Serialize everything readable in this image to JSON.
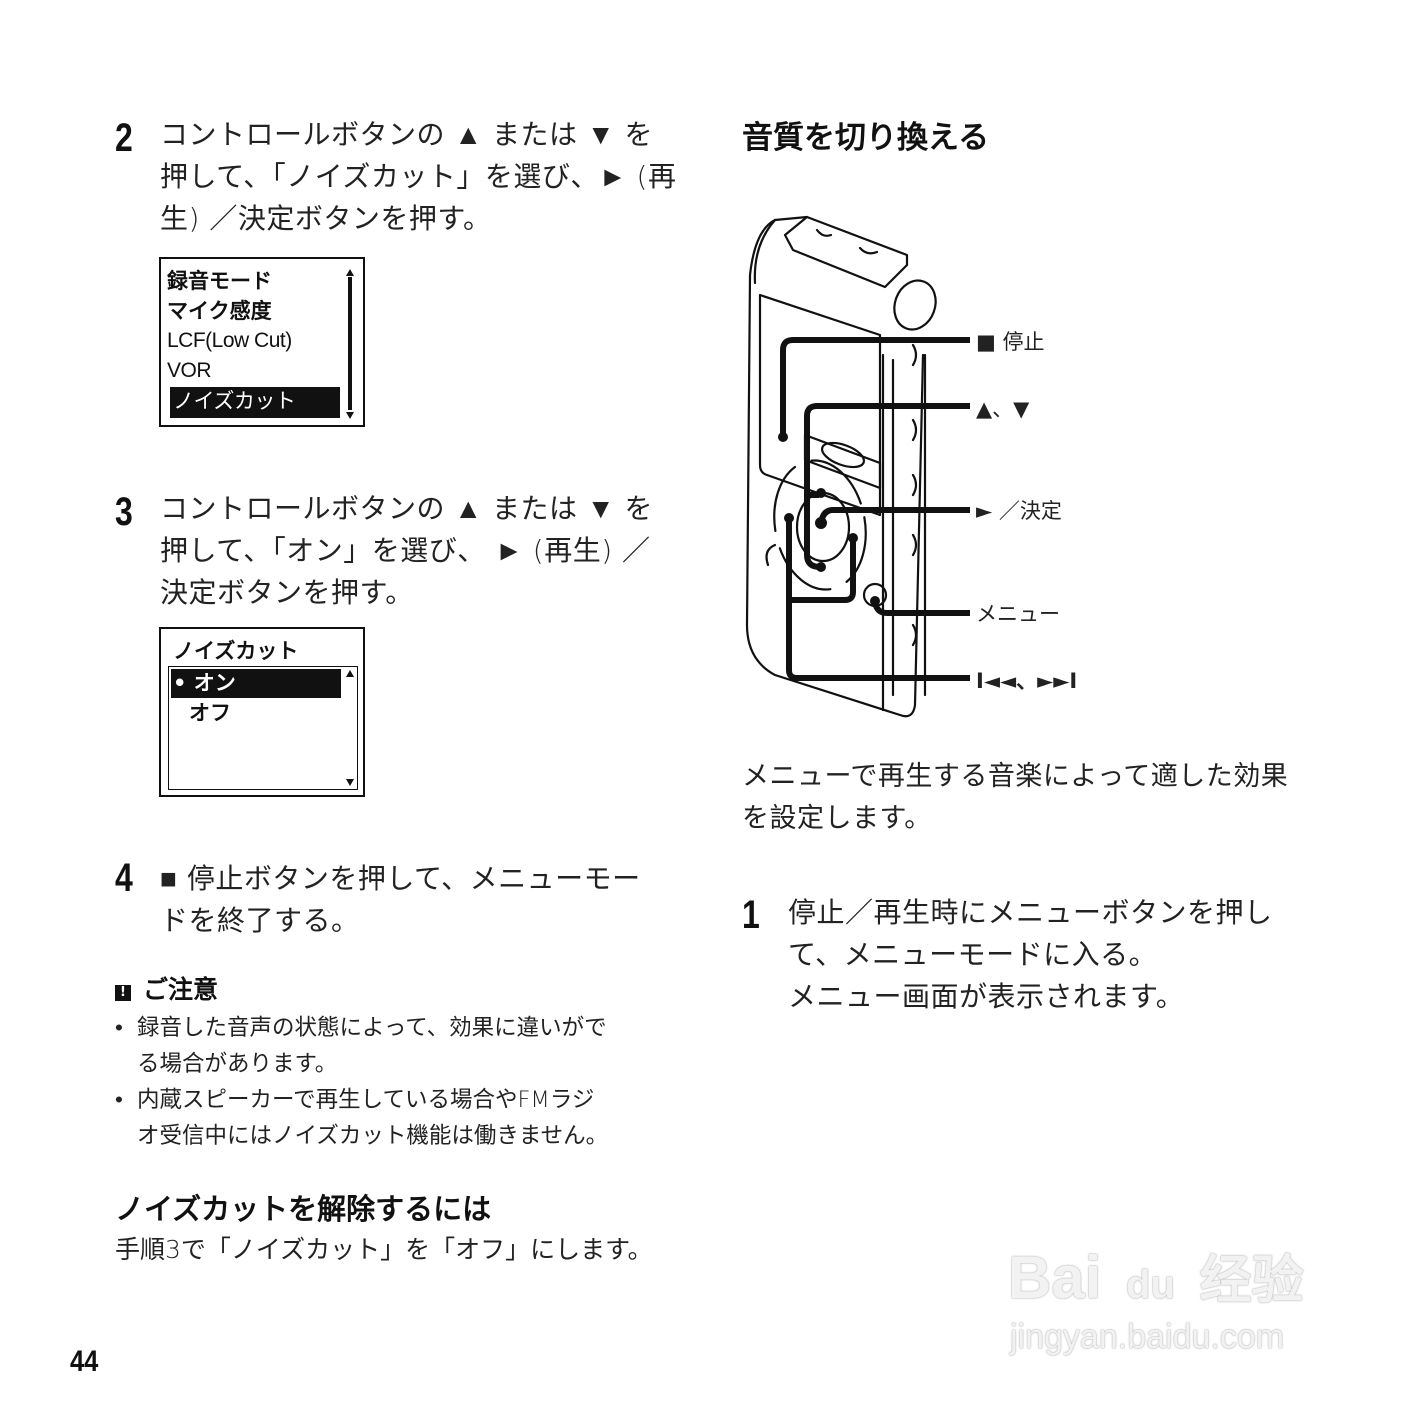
{
  "left_column": {
    "step2": {
      "number": "2",
      "lines": [
        "コントロールボタンの ▲ または ▼ を",
        "押して、「ノイズカット」を選び、► (再",
        "生) ／決定ボタンを押す。"
      ],
      "lcd": {
        "items": [
          "録音モード",
          "マイク感度",
          "LCF(Low Cut)",
          "VOR",
          "ノイズカット"
        ],
        "selected_index": 4
      }
    },
    "step3": {
      "number": "3",
      "lines": [
        "コントロールボタンの ▲ または ▼ を",
        "押して、「オン」を選び、 ► (再生) ／",
        "決定ボタンを押す。"
      ],
      "lcd": {
        "title": "ノイズカット",
        "items": [
          "• オン",
          "オフ"
        ],
        "selected_index": 0
      }
    },
    "step4": {
      "number": "4",
      "lines": [
        "■ 停止ボタンを押して、メニューモー",
        "ドを終了する。"
      ]
    },
    "note": {
      "icon": "exclamation-icon",
      "icon_glyph": "!",
      "title": "ご注意",
      "bullets": [
        [
          "録音した音声の状態によって、効果に違いがで",
          "る場合があります。"
        ],
        [
          "内蔵スピーカーで再生している場合やFMラジ",
          "オ受信中にはノイズカット機能は働きません。"
        ]
      ]
    },
    "cancel": {
      "heading": "ノイズカットを解除するには",
      "body": "手順3で「ノイズカット」を「オフ」にします。"
    }
  },
  "right_column": {
    "section_title": "音質を切り換える",
    "diagram": {
      "callouts": {
        "stop": "■ 停止",
        "up_down": "▲、▼",
        "play_enter": "► ／決定",
        "menu": "メニュー",
        "skip": "I◄◄、►►I"
      }
    },
    "intro": [
      "メニューで再生する音楽によって適した効果",
      "を設定します。"
    ],
    "step1": {
      "number": "1",
      "lines": [
        "停止／再生時にメニューボタンを押し",
        "て、メニューモードに入る。"
      ],
      "sub": "メニュー画面が表示されます。"
    }
  },
  "footer": {
    "page_number": "44"
  },
  "watermark": {
    "logo_left": "Bai",
    "logo_paw": "du",
    "logo_right": "经验",
    "url": "jingyan.baidu.com"
  }
}
